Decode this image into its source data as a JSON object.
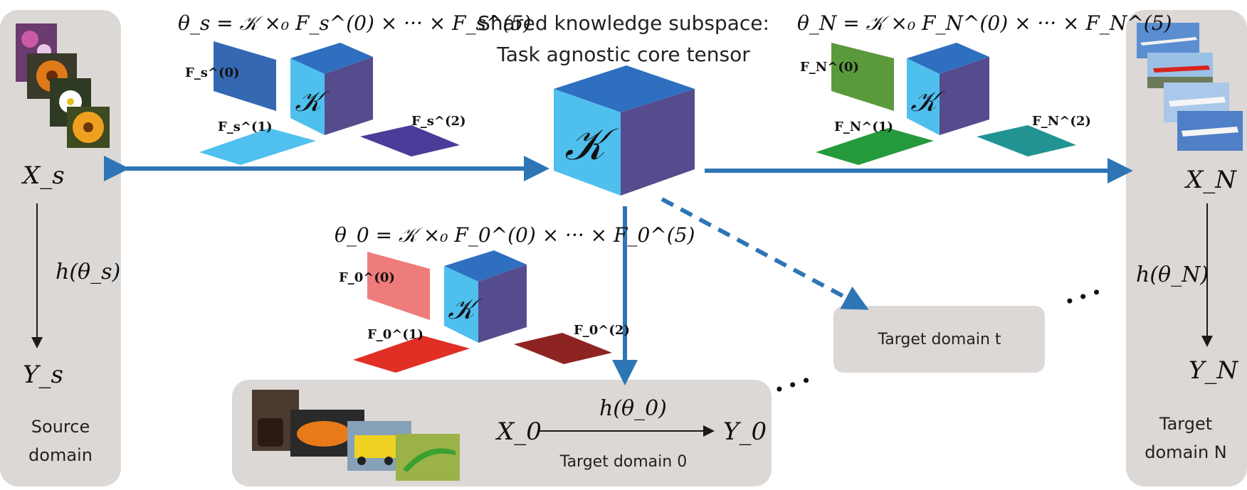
{
  "header": {
    "shared_line1": "Shared knowledge subspace:",
    "shared_line2": "Task agnostic core tensor"
  },
  "core_symbol": "𝒦",
  "source": {
    "formula": "θ_s = 𝒦 ×₀ F_s^(0) × ··· × F_s^(5)",
    "factor0": "F_s^(0)",
    "factor1": "F_s^(1)",
    "factor2": "F_s^(2)",
    "x_label": "X_s",
    "y_label": "Y_s",
    "h_label": "h(θ_s)",
    "domain_line1": "Source",
    "domain_line2": "domain"
  },
  "target0": {
    "formula": "θ_0 = 𝒦 ×₀ F_0^(0) × ··· × F_0^(5)",
    "factor0": "F_0^(0)",
    "factor1": "F_0^(1)",
    "factor2": "F_0^(2)",
    "x_label": "X_0",
    "y_label": "Y_0",
    "h_label": "h(θ_0)",
    "domain_label": "Target domain 0"
  },
  "targetN": {
    "formula": "θ_N = 𝒦 ×₀ F_N^(0) × ··· × F_N^(5)",
    "factor0": "F_N^(0)",
    "factor1": "F_N^(1)",
    "factor2": "F_N^(2)",
    "x_label": "X_N",
    "y_label": "Y_N",
    "h_label": "h(θ_N)",
    "domain_line1": "Target",
    "domain_line2": "domain N"
  },
  "targetT": {
    "label": "Target domain t"
  },
  "ellipsis": "• • •",
  "colors": {
    "panel": "#dcd8d6",
    "arrow": "#2e75b6",
    "cube_front": "#4fbfee",
    "cube_top": "#2f6fbf",
    "cube_side": "#554c8e",
    "src_f0": "#3468b2",
    "src_f1": "#4fc0ef",
    "src_f2": "#4a3c98",
    "t0_f0": "#ee7c7a",
    "t0_f1": "#e02f25",
    "t0_f2": "#8e2422",
    "tN_f0": "#5a9a3c",
    "tN_f1": "#259a3c",
    "tN_f2": "#229393"
  }
}
